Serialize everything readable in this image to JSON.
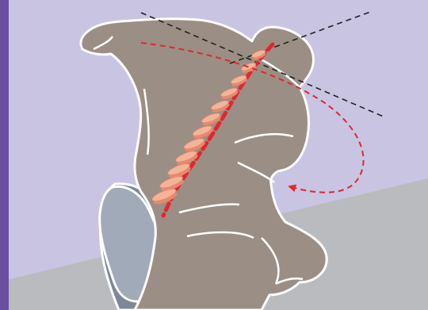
{
  "colors": {
    "frame_stripe": "#6a4ea0",
    "background": "#c8c4e2",
    "floor": "#b9bbbe",
    "body_fill": "#9b8f85",
    "body_stroke": "#ffffff",
    "chair_back": "#a1aab8",
    "chair_frame": "#7c8896",
    "spine_line": "#e3262e",
    "vertebra_fill": "#f4b49a",
    "vertebra_shade": "#e9896c",
    "rotation_arrow": "#e3262e",
    "reference_lines": "#222222"
  },
  "diagram": {
    "subject": "seated-figure-back-view",
    "vertebra_count": 12,
    "rotation_arrow_style": "dashed",
    "reference_lines_style": "dashed"
  }
}
